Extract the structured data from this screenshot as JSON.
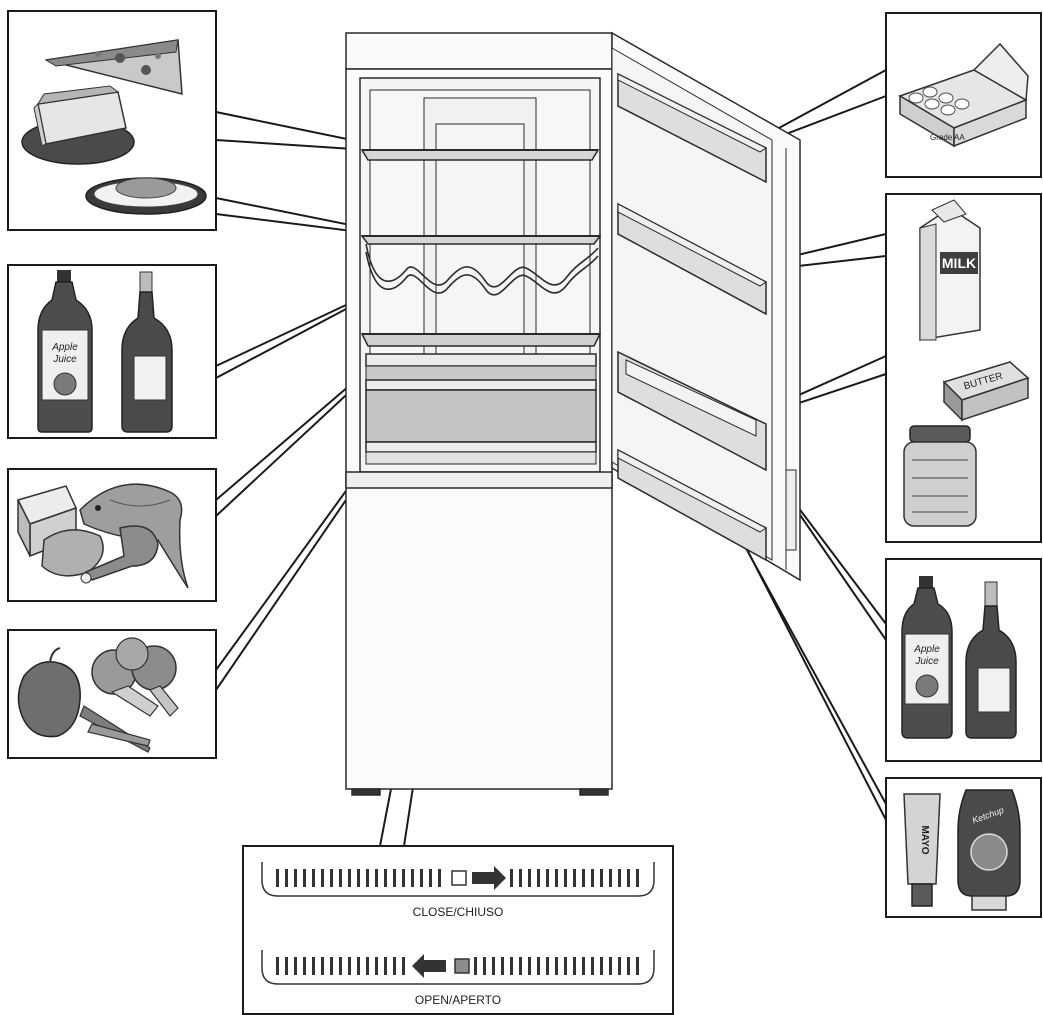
{
  "vent": {
    "close_label": "CLOSE/CHIUSO",
    "open_label": "OPEN/APERTO"
  },
  "product_labels": {
    "apple_juice_line1": "Apple",
    "apple_juice_line2": "Juice",
    "milk": "MILK",
    "butter": "BUTTER",
    "eggs": "Grade AA",
    "mayo": "MAYO",
    "ketchup": "Ketchup"
  },
  "colors": {
    "outline": "#2a2a2a",
    "shade_light": "#d9d9d9",
    "shade_mid": "#bdbdbd",
    "shade_dark": "#6b6b6b",
    "wine": "#4a4a4a"
  }
}
